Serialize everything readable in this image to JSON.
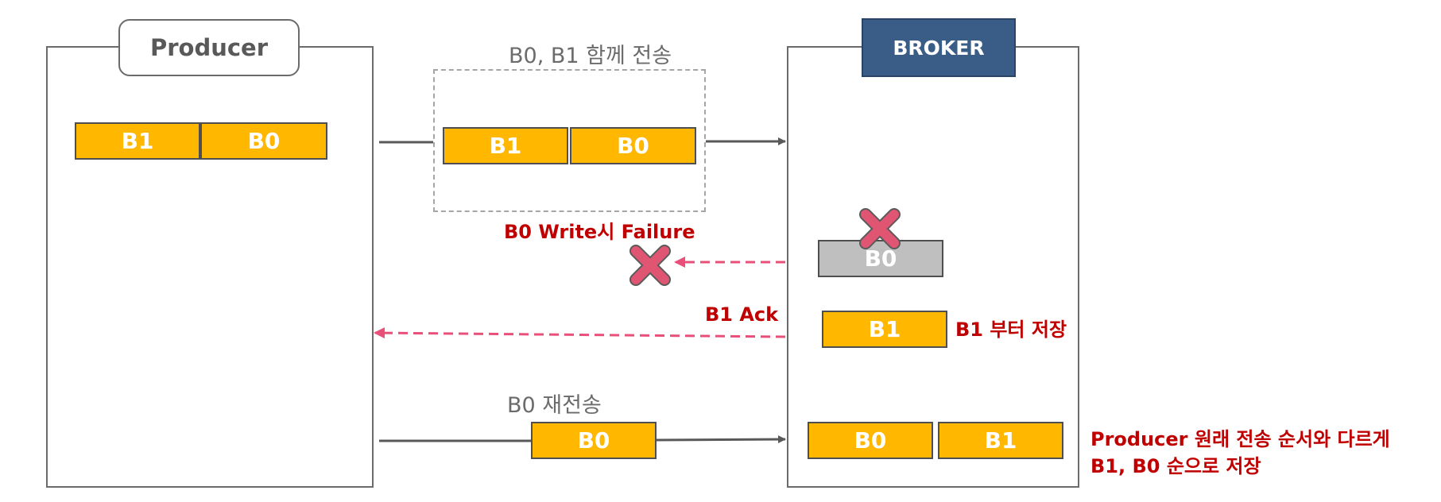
{
  "producer": {
    "title": "Producer",
    "blocks": [
      "B1",
      "B0"
    ]
  },
  "broker": {
    "title": "BROKER",
    "failed_block": "B0",
    "stored_b1": "B1",
    "final_blocks": [
      "B0",
      "B1"
    ]
  },
  "send": {
    "caption": "B0, B1 함께 전송",
    "blocks": [
      "B1",
      "B0"
    ]
  },
  "failure_caption": "B0 Write시 Failure",
  "ack_caption": "B1 Ack",
  "store_caption": "B1 부터 저장",
  "resend": {
    "caption": "B0 재전송",
    "block": "B0"
  },
  "result_caption": {
    "line1": "Producer 원래 전송 순서와 다르게",
    "line2": "B1, B0 순으로 저장"
  },
  "colors": {
    "block_fill": "#ffb700",
    "failed_fill": "#bfbfbf",
    "broker_title_fill": "#3a5d87",
    "error_red": "#c00000",
    "ack_arrow": "#e8507a",
    "x_mark": "#e05672",
    "arrow_gray": "#595959"
  }
}
